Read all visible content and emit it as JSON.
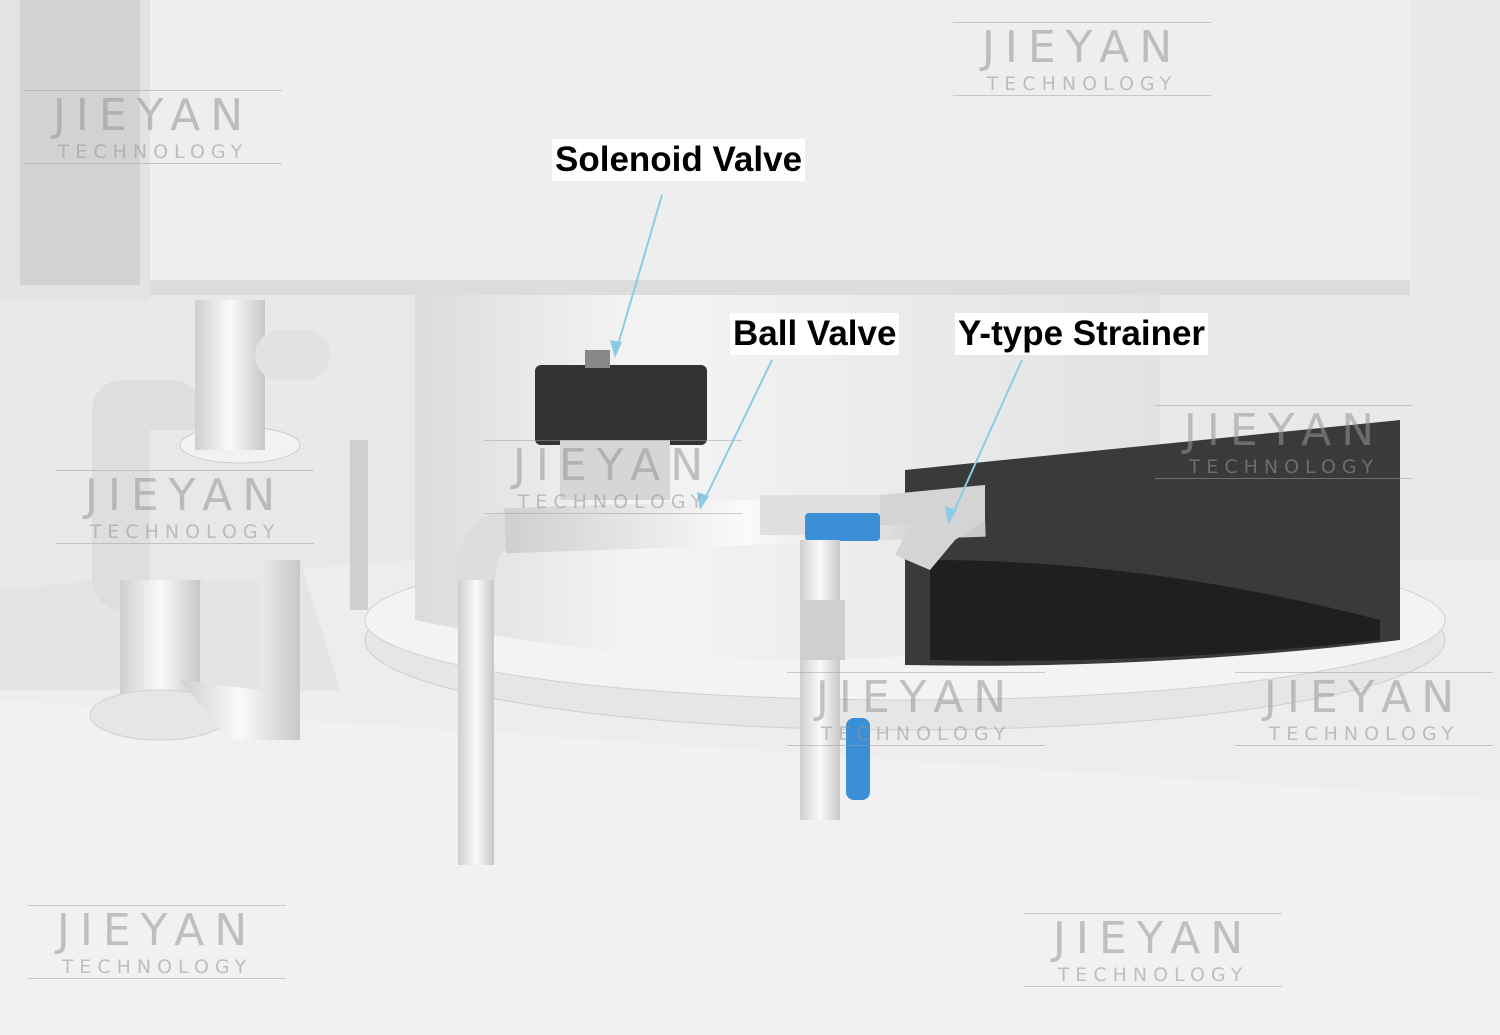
{
  "labels": {
    "solenoid_valve": "Solenoid Valve",
    "ball_valve": "Ball Valve",
    "y_strainer": "Y-type Strainer"
  },
  "watermark": {
    "line1": "JIEYAN",
    "line2": "TECHNOLOGY"
  },
  "colors": {
    "leader_line": "#8ccbe8",
    "valve_handle": "#3a8fd6",
    "background": "#e9e9e9"
  }
}
